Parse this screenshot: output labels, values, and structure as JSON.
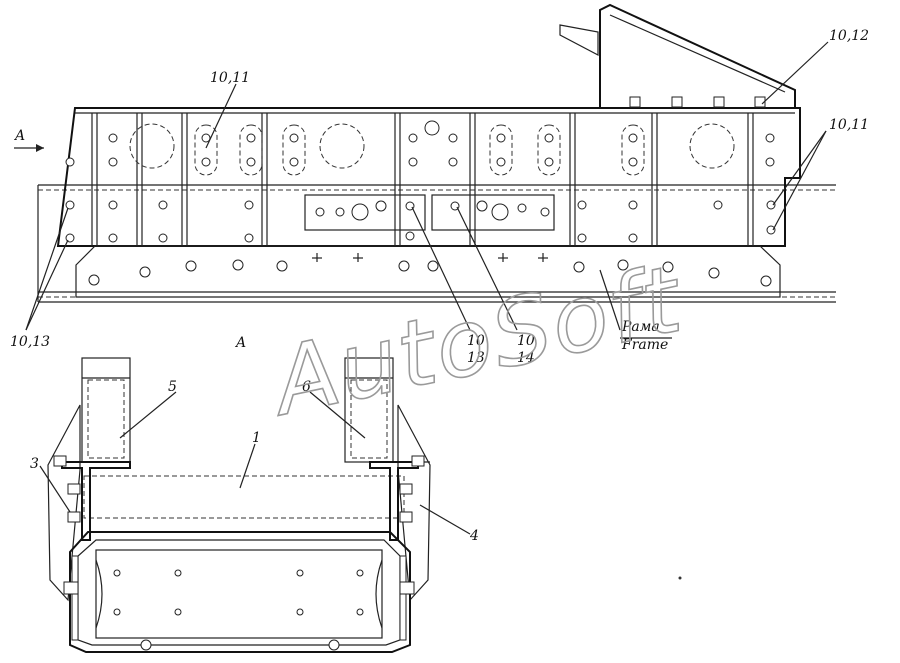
{
  "watermark": "AutoSoft",
  "view_a_arrow_label": "A",
  "section_a_label": "A",
  "frame_label": {
    "ru": "Рама",
    "en": "Frame"
  },
  "callouts": {
    "c_10_11_top": "10,11",
    "c_10_12": "10,12",
    "c_10_11_right": "10,11",
    "c_10_13": "10,13",
    "c_10_13_stack": [
      "10",
      "13"
    ],
    "c_10_14_stack": [
      "10",
      "14"
    ],
    "c1": "1",
    "c3": "3",
    "c4": "4",
    "c5": "5",
    "c6": "6"
  },
  "icons": [
    "arrow-right-icon"
  ]
}
